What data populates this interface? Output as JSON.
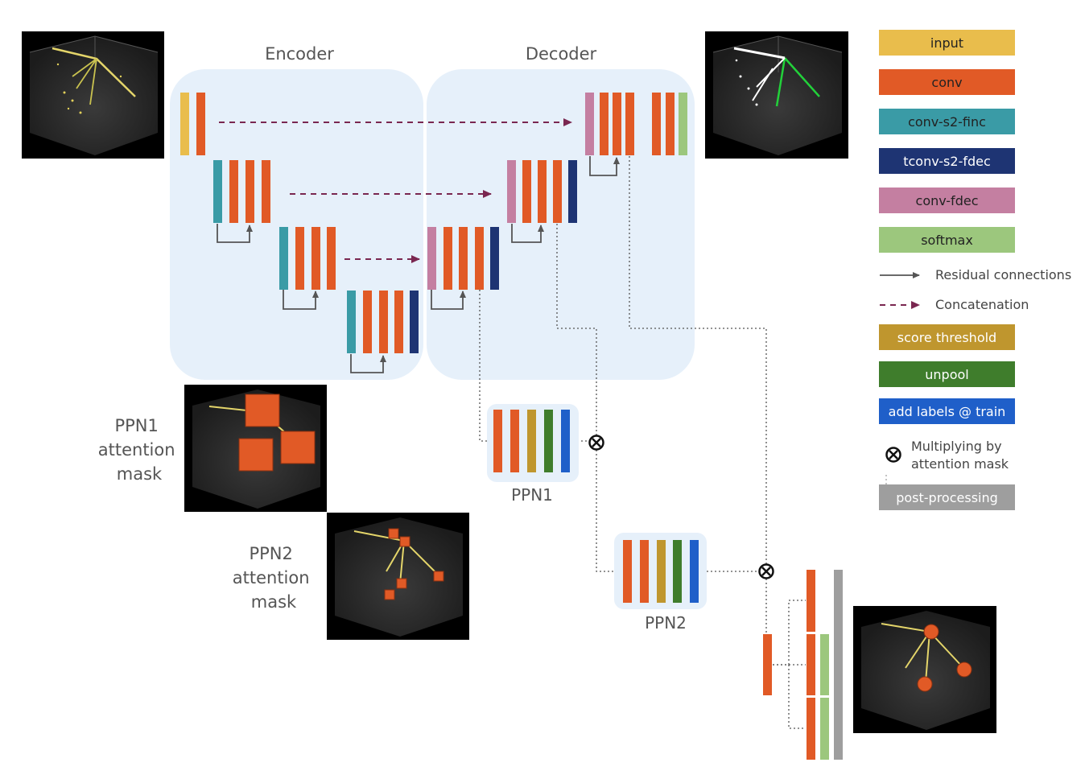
{
  "labels": {
    "encoder": "Encoder",
    "decoder": "Decoder",
    "ppn1": "PPN1",
    "ppn2": "PPN2",
    "ppn1_mask": [
      "PPN1",
      "attention",
      "mask"
    ],
    "ppn2_mask": [
      "PPN2",
      "attention",
      "mask"
    ]
  },
  "legend": {
    "boxes": [
      {
        "key": "input",
        "label": "input",
        "color": "#E9BD4C",
        "text_color": "#222222"
      },
      {
        "key": "conv",
        "label": "conv",
        "color": "#E15A26",
        "text_color": "#222222"
      },
      {
        "key": "conv-s2-finc",
        "label": "conv-s2-finc",
        "color": "#3A9BA6",
        "text_color": "#222222"
      },
      {
        "key": "tconv-s2-fdec",
        "label": "tconv-s2-fdec",
        "color": "#1E3473",
        "text_color": "#ffffff"
      },
      {
        "key": "conv-fdec",
        "label": "conv-fdec",
        "color": "#C47FA1",
        "text_color": "#222222"
      },
      {
        "key": "softmax",
        "label": "softmax",
        "color": "#9CC77D",
        "text_color": "#222222"
      }
    ],
    "residual": "Residual connections",
    "concatenation": "Concatenation",
    "boxes2": [
      {
        "key": "score-threshold",
        "label": "score threshold",
        "color": "#BF962E",
        "text_color": "#ffffff"
      },
      {
        "key": "unpool",
        "label": "unpool",
        "color": "#3F7D2C",
        "text_color": "#ffffff"
      },
      {
        "key": "add-labels",
        "label": "add labels @ train",
        "color": "#1F5FC9",
        "text_color": "#ffffff"
      }
    ],
    "multiply": [
      "Multiplying by",
      "attention mask"
    ],
    "post_processing": {
      "label": "post-processing",
      "color": "#9E9E9E",
      "text_color": "#ffffff"
    }
  },
  "colors": {
    "input": "#E9BD4C",
    "conv": "#E15A26",
    "finc": "#3A9BA6",
    "fdec": "#1E3473",
    "convfdec": "#C47FA1",
    "softmax": "#9CC77D",
    "score": "#BF962E",
    "unpool": "#3F7D2C",
    "labels": "#1F5FC9",
    "post": "#9E9E9E",
    "panel": "#E6F0FA",
    "residual": "#555555",
    "concat": "#7A2750"
  }
}
